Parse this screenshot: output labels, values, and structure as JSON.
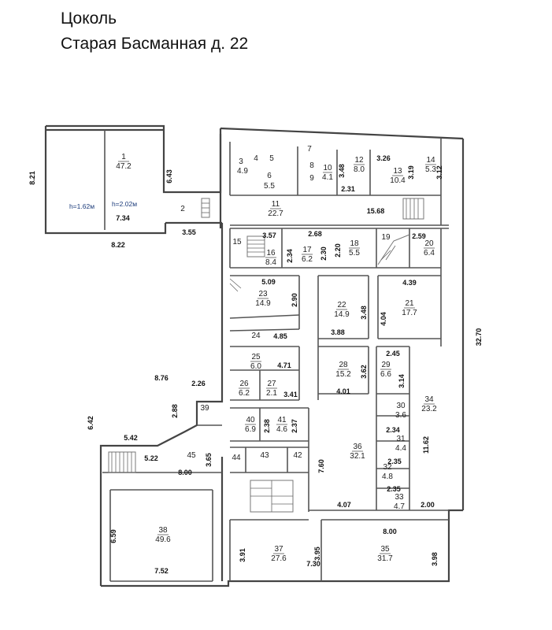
{
  "header": {
    "title": "Цоколь",
    "address": "Старая Басманная д. 22"
  },
  "height_notes": [
    "h=1.62м",
    "h=2.02м"
  ],
  "rooms": [
    {
      "num": "1",
      "area": "47.2"
    },
    {
      "num": "2",
      "area": ""
    },
    {
      "num": "3",
      "area": "4.9"
    },
    {
      "num": "4",
      "area": ""
    },
    {
      "num": "5",
      "area": ""
    },
    {
      "num": "6",
      "area": "5.5"
    },
    {
      "num": "7",
      "area": ""
    },
    {
      "num": "8",
      "area": ""
    },
    {
      "num": "9",
      "area": ""
    },
    {
      "num": "10",
      "area": "4.1"
    },
    {
      "num": "11",
      "area": "22.7"
    },
    {
      "num": "12",
      "area": "8.0"
    },
    {
      "num": "13",
      "area": "10.4"
    },
    {
      "num": "14",
      "area": "5.3"
    },
    {
      "num": "15",
      "area": ""
    },
    {
      "num": "16",
      "area": "8.4"
    },
    {
      "num": "17",
      "area": "6.2"
    },
    {
      "num": "18",
      "area": "5.5"
    },
    {
      "num": "19",
      "area": ""
    },
    {
      "num": "20",
      "area": "6.4"
    },
    {
      "num": "21",
      "area": "17.7"
    },
    {
      "num": "22",
      "area": "14.9"
    },
    {
      "num": "23",
      "area": "14.9"
    },
    {
      "num": "24",
      "area": ""
    },
    {
      "num": "25",
      "area": "6.0"
    },
    {
      "num": "26",
      "area": "6.2"
    },
    {
      "num": "27",
      "area": "2.1"
    },
    {
      "num": "28",
      "area": "15.2"
    },
    {
      "num": "29",
      "area": "6.6"
    },
    {
      "num": "30",
      "area": "3.6"
    },
    {
      "num": "31",
      "area": "4.4"
    },
    {
      "num": "32",
      "area": "4.8"
    },
    {
      "num": "33",
      "area": "4.7"
    },
    {
      "num": "34",
      "area": "23.2"
    },
    {
      "num": "35",
      "area": "31.7"
    },
    {
      "num": "36",
      "area": "32.1"
    },
    {
      "num": "37",
      "area": "27.6"
    },
    {
      "num": "38",
      "area": "49.6"
    },
    {
      "num": "39",
      "area": ""
    },
    {
      "num": "40",
      "area": "6.9"
    },
    {
      "num": "41",
      "area": "4.6"
    },
    {
      "num": "42",
      "area": ""
    },
    {
      "num": "43",
      "area": ""
    },
    {
      "num": "44",
      "area": ""
    },
    {
      "num": "45",
      "area": ""
    }
  ],
  "dimensions": [
    "8.21",
    "6.43",
    "7.34",
    "8.22",
    "3.55",
    "3.26",
    "3.48",
    "3.19",
    "3.12",
    "2.31",
    "15.68",
    "3.57",
    "2.68",
    "2.59",
    "2.34",
    "2.30",
    "2.20",
    "5.09",
    "2.90",
    "4.39",
    "3.48",
    "4.04",
    "3.88",
    "4.85",
    "32.70",
    "4.71",
    "3.62",
    "2.45",
    "3.14",
    "3.41",
    "4.01",
    "8.76",
    "2.26",
    "2.88",
    "6.42",
    "2.38",
    "2.37",
    "2.34",
    "5.42",
    "5.22",
    "3.65",
    "7.60",
    "11.62",
    "2.35",
    "8.00",
    "2.35",
    "4.07",
    "2.00",
    "8.00",
    "6.59",
    "3.91",
    "3.95",
    "3.98",
    "7.30",
    "7.52"
  ]
}
